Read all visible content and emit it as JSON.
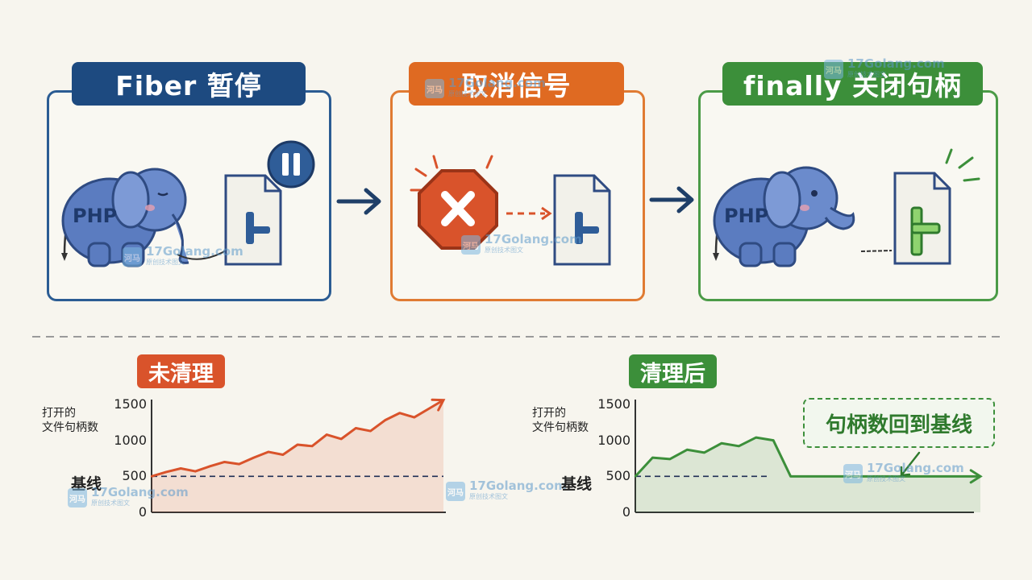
{
  "panels": [
    {
      "title": "Fiber 暂停",
      "color": "#1d4a80"
    },
    {
      "title": "取消信号",
      "color": "#df6a22"
    },
    {
      "title": "finally 关闭句柄",
      "color": "#3c8f3a"
    }
  ],
  "icons": {
    "elephant_text": "PHP"
  },
  "charts": {
    "left": {
      "tag": "未清理",
      "tag_color": "#d9532b"
    },
    "right": {
      "tag": "清理后",
      "tag_color": "#3c8f3a",
      "callout": "句柄数回到基线"
    }
  },
  "chart_data": [
    {
      "type": "area",
      "title": "未清理",
      "ylabel": "打开的\n文件句柄数",
      "yticks": [
        0,
        500,
        1000,
        1500
      ],
      "ylim": [
        0,
        1500
      ],
      "baseline": {
        "value": 500,
        "label": "基线"
      },
      "x": [
        0,
        1,
        2,
        3,
        4,
        5,
        6,
        7,
        8,
        9,
        10,
        11,
        12,
        13,
        14,
        15,
        16,
        17,
        18,
        19,
        20
      ],
      "values": [
        500,
        560,
        610,
        570,
        640,
        700,
        670,
        760,
        840,
        800,
        940,
        920,
        1080,
        1020,
        1170,
        1130,
        1280,
        1380,
        1320,
        1440,
        1560
      ],
      "color": "#d9532b"
    },
    {
      "type": "area",
      "title": "清理后",
      "ylabel": "打开的\n文件句柄数",
      "yticks": [
        0,
        500,
        1000,
        1500
      ],
      "ylim": [
        0,
        1500
      ],
      "baseline": {
        "value": 500,
        "label": "基线"
      },
      "x": [
        0,
        1,
        2,
        3,
        4,
        5,
        6,
        7,
        8,
        9,
        10,
        11,
        12,
        13,
        14,
        15,
        16,
        17,
        18,
        19,
        20
      ],
      "values": [
        500,
        760,
        740,
        870,
        830,
        960,
        920,
        1040,
        1000,
        500,
        500,
        500,
        500,
        500,
        500,
        500,
        500,
        500,
        500,
        500,
        500
      ],
      "annotation": "句柄数回到基线",
      "color": "#3c8f3a"
    }
  ],
  "watermark": {
    "text": "17Golang.com",
    "sub": "原创技术图文",
    "logo": "河马"
  }
}
